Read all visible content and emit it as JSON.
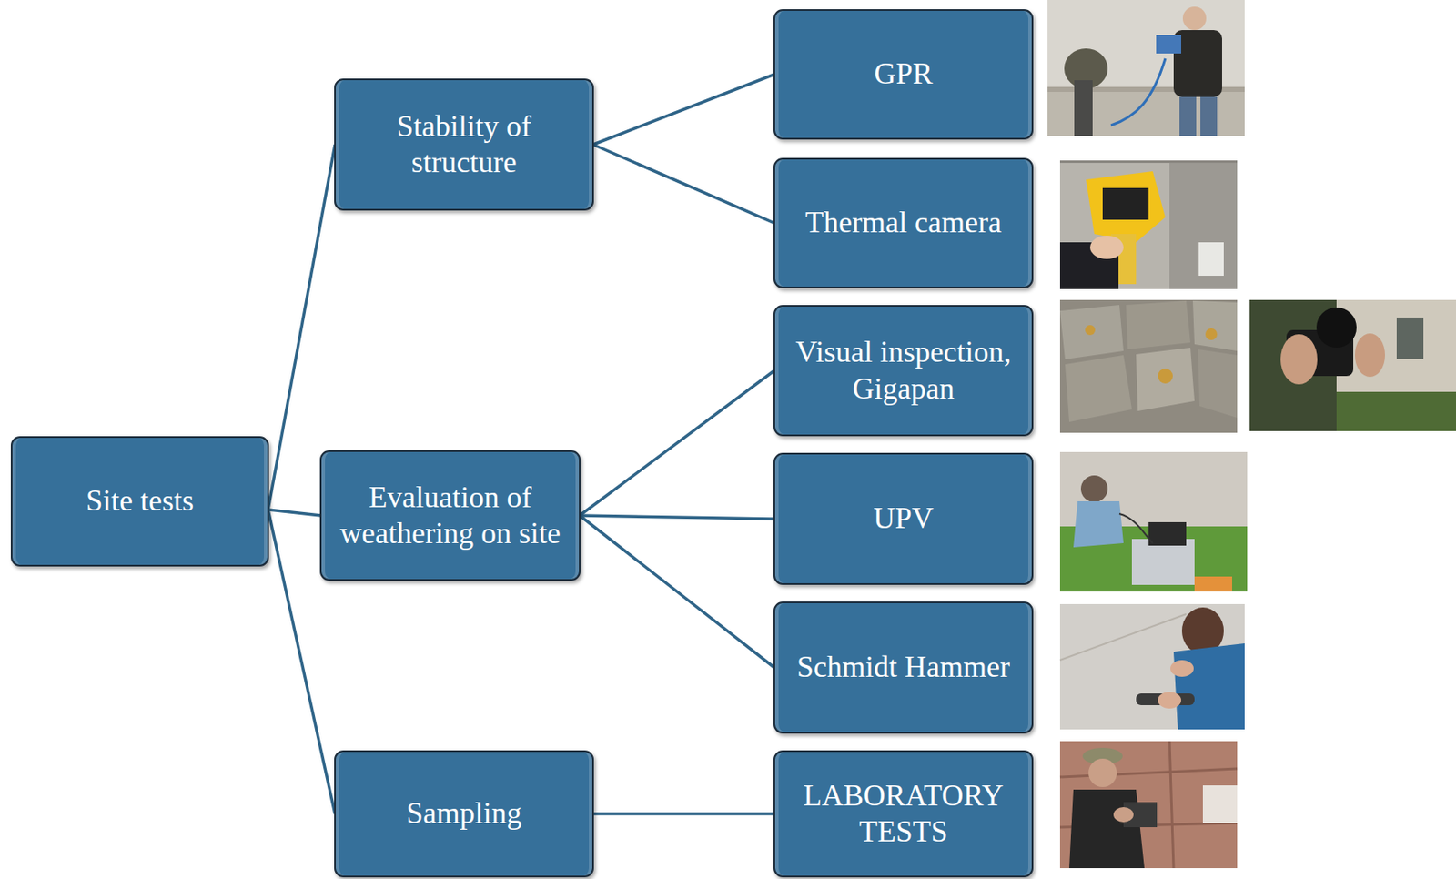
{
  "diagram": {
    "nodes": [
      {
        "text": [
          "Site tests"
        ]
      },
      {
        "text": [
          "Stability of structure"
        ]
      },
      {
        "text": [
          "GPR"
        ]
      },
      {
        "text": [
          "Thermal camera"
        ]
      },
      {
        "text": [
          "Evaluation of weathering on site"
        ]
      },
      {
        "text": [
          "Visual inspection, Gigapan"
        ]
      },
      {
        "text": [
          "UPV"
        ]
      },
      {
        "text": [
          "Schmidt Hammer"
        ]
      },
      {
        "text": [
          "Sampling"
        ]
      },
      {
        "text": [
          "LABORATORY TESTS"
        ]
      }
    ],
    "edges": [
      {
        "from": 0,
        "to": 1,
        "arrow": "none"
      },
      {
        "from": 0,
        "to": 4,
        "arrow": "none"
      },
      {
        "from": 0,
        "to": 8,
        "arrow": "none"
      },
      {
        "from": 1,
        "to": 2,
        "arrow": "none"
      },
      {
        "from": 1,
        "to": 3,
        "arrow": "none"
      },
      {
        "from": 4,
        "to": 5,
        "arrow": "none"
      },
      {
        "from": 4,
        "to": 6,
        "arrow": "none"
      },
      {
        "from": 4,
        "to": 7,
        "arrow": "none"
      },
      {
        "from": 8,
        "to": 9,
        "arrow": "none"
      }
    ]
  }
}
